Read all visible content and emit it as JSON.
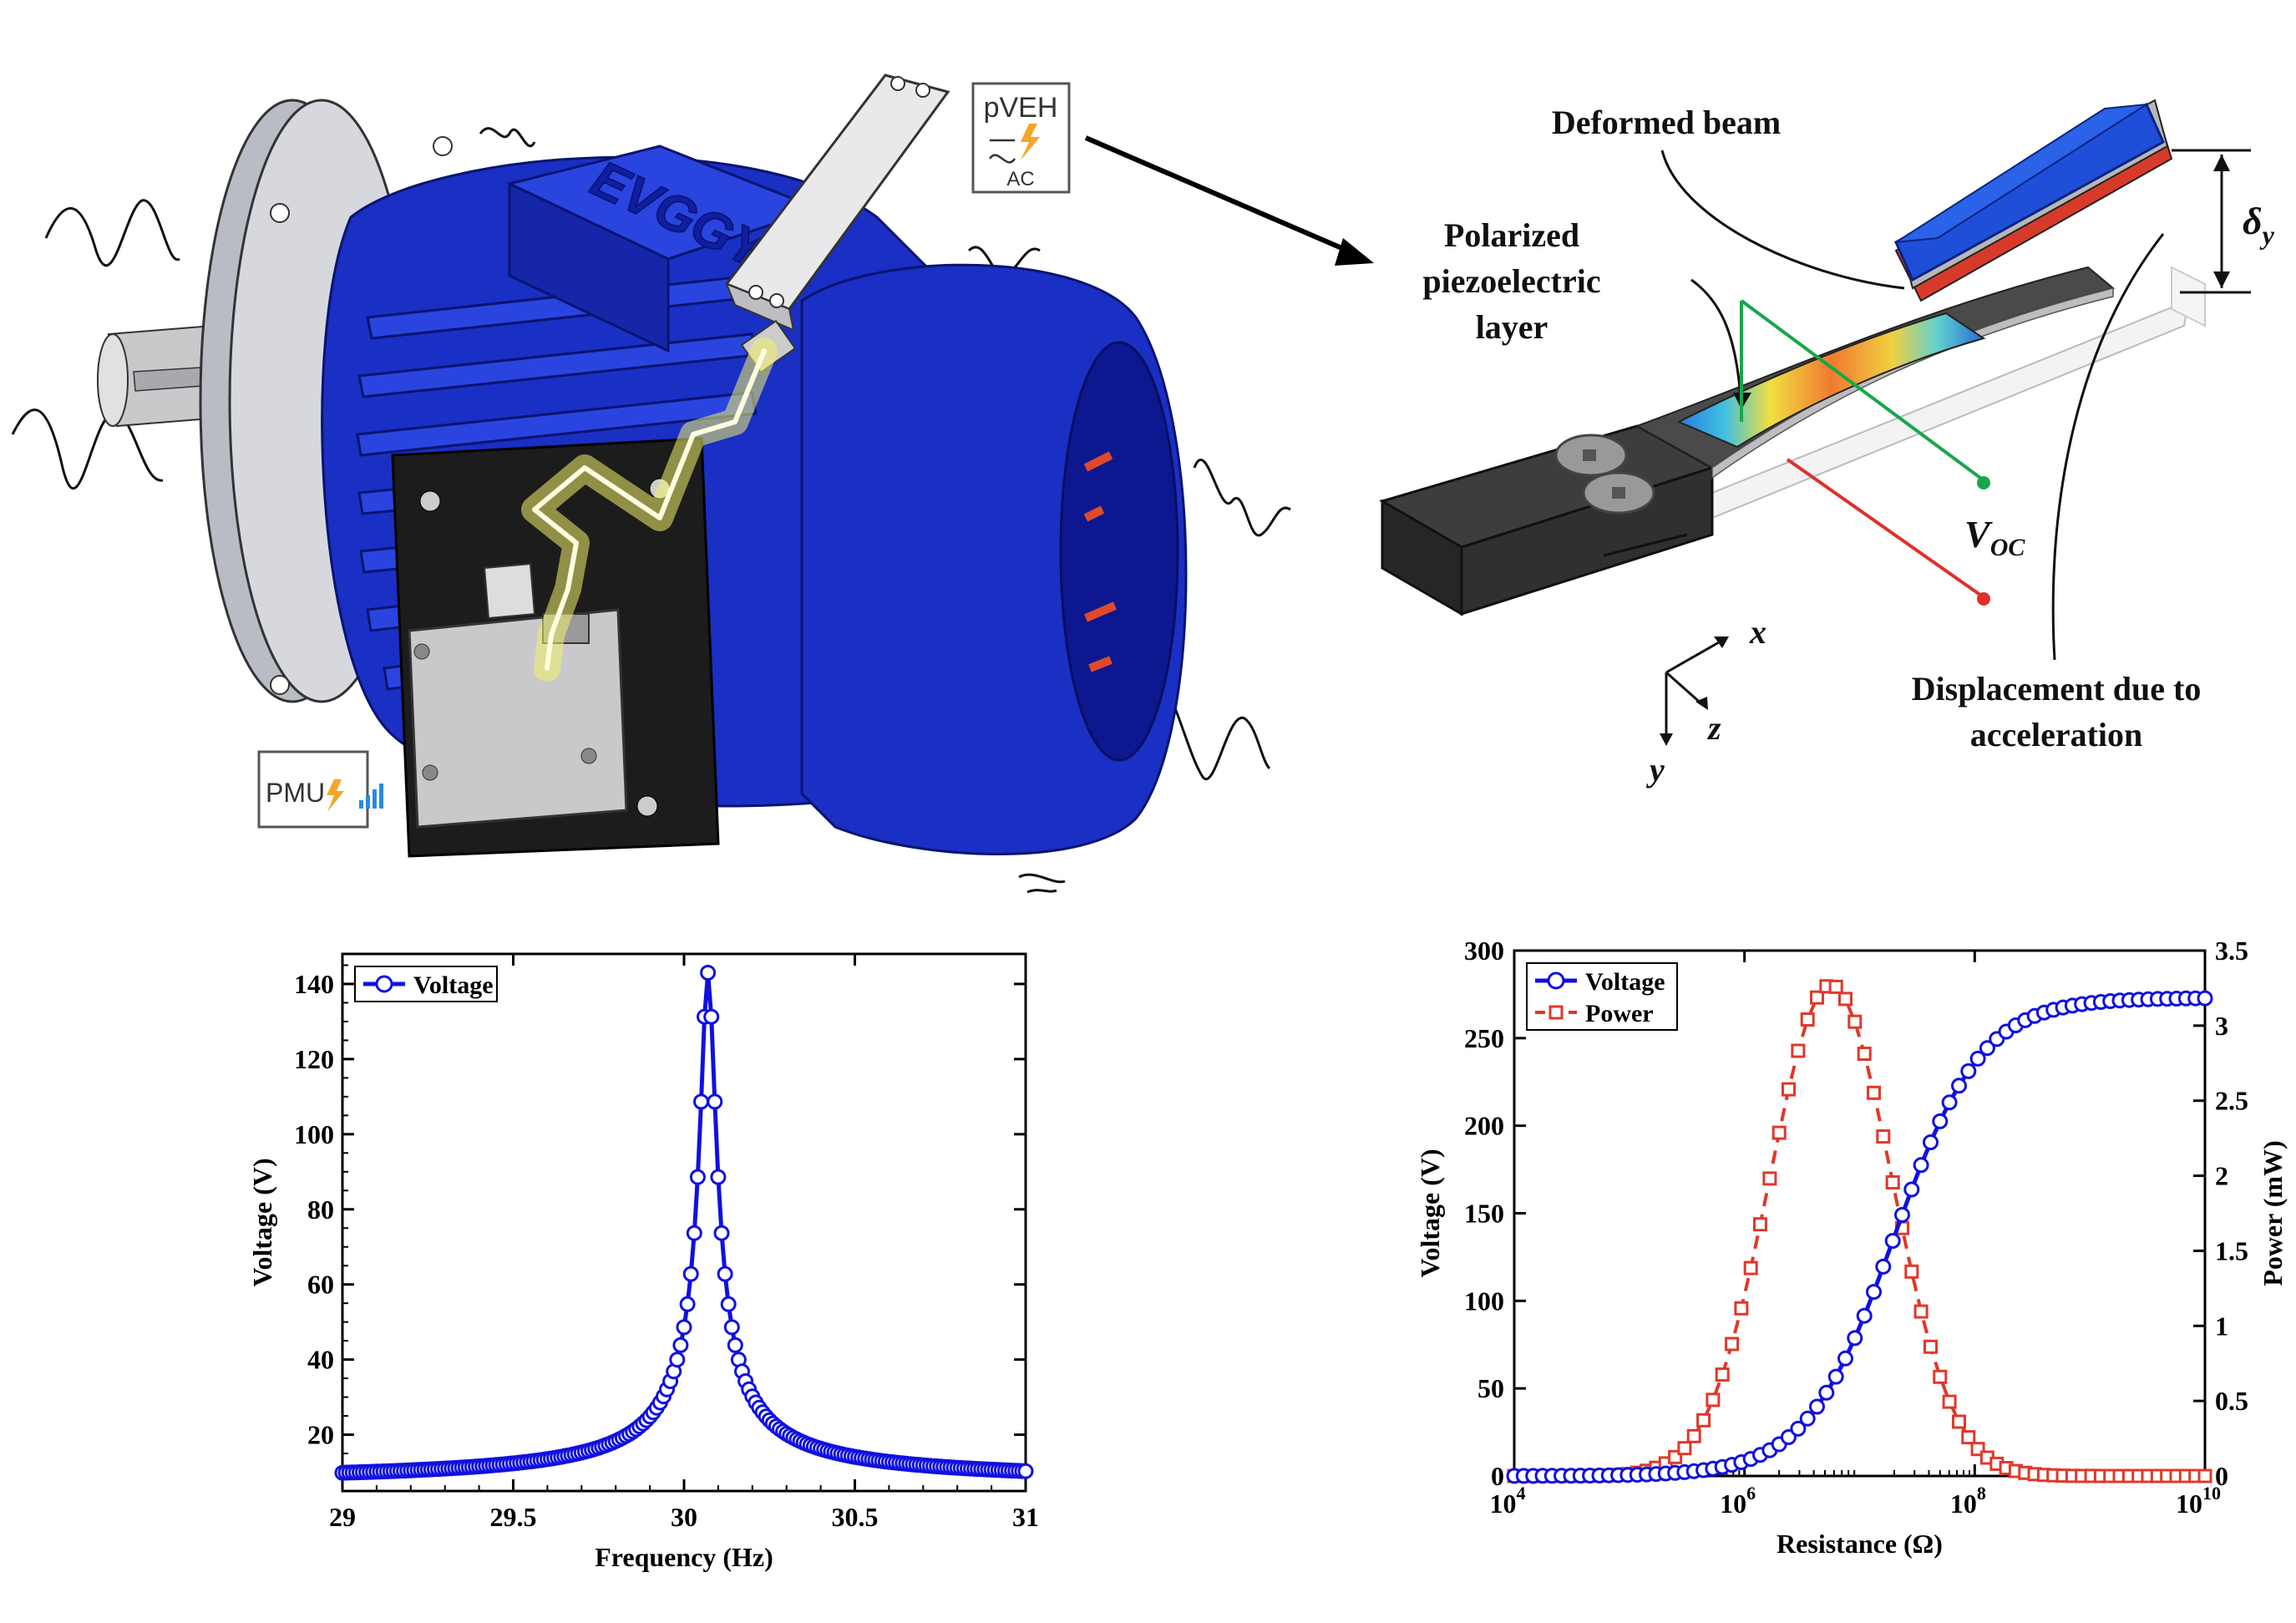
{
  "motor": {
    "brand_text": "EVGGY",
    "pveh_badge": {
      "title": "pVEH",
      "sub": "AC"
    },
    "pmu_badge": {
      "title": "PMU"
    }
  },
  "beam": {
    "label_deformed": "Deformed beam",
    "label_polarized": [
      "Polarized",
      "piezoelectric",
      "layer"
    ],
    "label_delta": "δ",
    "label_delta_sub": "y",
    "label_voc": "V",
    "label_voc_sub": "OC",
    "label_displacement": [
      "Displacement due to",
      "acceleration"
    ],
    "axis_x": "x",
    "axis_y": "y",
    "axis_z": "z"
  },
  "colors": {
    "motor_blue": "#1a2fc4",
    "voltage_series": "#1010e0",
    "power_series": "#e0382a",
    "green_lead": "#18a64a",
    "red_lead": "#e0302a"
  },
  "chart_data": [
    {
      "type": "line",
      "xlabel": "Frequency (Hz)",
      "ylabel": "Voltage (V)",
      "xlim": [
        29,
        31
      ],
      "ylim": [
        5,
        148
      ],
      "xticks": [
        "29",
        "29.5",
        "30",
        "30.5",
        "31"
      ],
      "yticks": [
        "20",
        "40",
        "60",
        "80",
        "100",
        "120",
        "140"
      ],
      "legend": "top-left",
      "grid": false,
      "series": [
        {
          "name": "Voltage",
          "marker": "circle",
          "color": "#1010e0",
          "peak_x": 30.07,
          "peak_y": 143,
          "x_start": 29,
          "x_end": 31,
          "y_start": 7,
          "y_end": 7.5
        }
      ]
    },
    {
      "type": "line",
      "xlabel": "Resistance (Ω)",
      "ylabel": "Voltage (V)",
      "y2label": "Power (mW)",
      "xscale": "log",
      "xlim": [
        10000,
        10000000000
      ],
      "ylim": [
        0,
        300
      ],
      "y2lim": [
        0,
        3.5
      ],
      "xticks": [
        {
          "base": "10",
          "exp": "4"
        },
        {
          "base": "10",
          "exp": "6"
        },
        {
          "base": "10",
          "exp": "8"
        },
        {
          "base": "10",
          "exp": "10"
        }
      ],
      "yticks": [
        "0",
        "50",
        "100",
        "150",
        "200",
        "250",
        "300"
      ],
      "y2ticks": [
        "0",
        "0.5",
        "1",
        "1.5",
        "2",
        "2.5",
        "3",
        "3.5"
      ],
      "legend": "top-left",
      "grid": false,
      "series": [
        {
          "name": "Voltage",
          "marker": "circle",
          "color": "#1010e0",
          "axis": "left",
          "max_y": 273,
          "mid_log10_x": 7.3
        },
        {
          "name": "Power",
          "marker": "square",
          "color": "#e0382a",
          "axis": "right",
          "peak_y": 3.27,
          "peak_log10_x": 6.75
        }
      ]
    }
  ]
}
